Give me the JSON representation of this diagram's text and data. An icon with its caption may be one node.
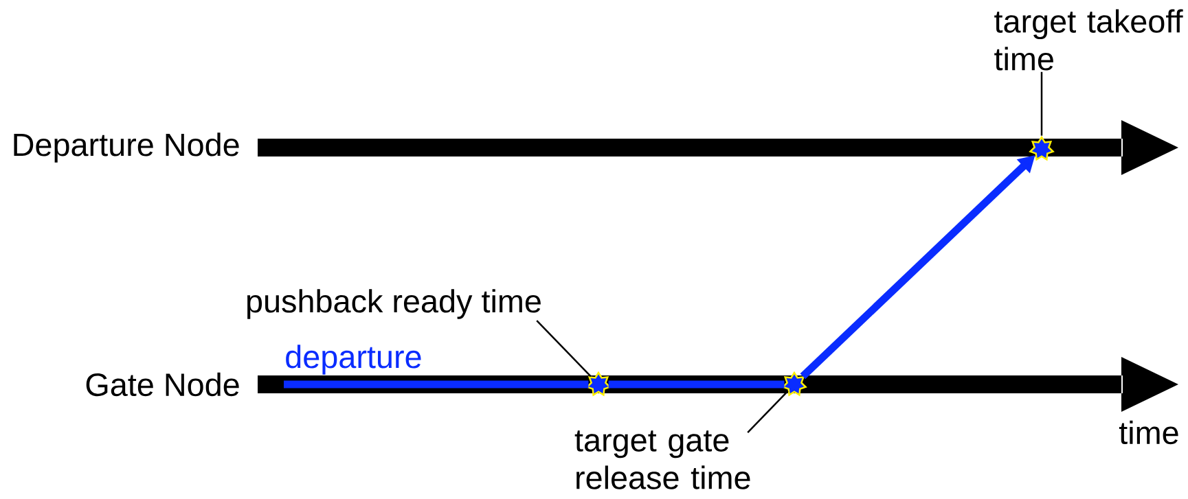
{
  "diagram": {
    "nodes": [
      {
        "text": [],
        "shape": "star"
      },
      {
        "text": [],
        "shape": "star"
      },
      {
        "text": [],
        "shape": "star"
      },
      {
        "text": [
          "pushback ready time"
        ]
      },
      {
        "text": [
          "target gate release time"
        ]
      },
      {
        "text": [
          "target takeoff time"
        ]
      }
    ],
    "edges": [
      {
        "from": null,
        "to": 0,
        "arrow": "none",
        "label": "departure",
        "style": "thick",
        "color": "#0a2cff"
      },
      {
        "from": 0,
        "to": 1,
        "arrow": "none",
        "style": "thick",
        "color": "#0a2cff"
      },
      {
        "from": 1,
        "to": 2,
        "arrow": "to",
        "style": "thick",
        "color": "#0a2cff"
      },
      {
        "from": 3,
        "to": 0,
        "arrow": "none",
        "color": "#000000"
      },
      {
        "from": 4,
        "to": 1,
        "arrow": "none",
        "color": "#000000"
      },
      {
        "from": 5,
        "to": 2,
        "arrow": "none",
        "color": "#000000"
      }
    ],
    "labels": [
      "Departure Node",
      "Gate Node",
      "time"
    ]
  }
}
